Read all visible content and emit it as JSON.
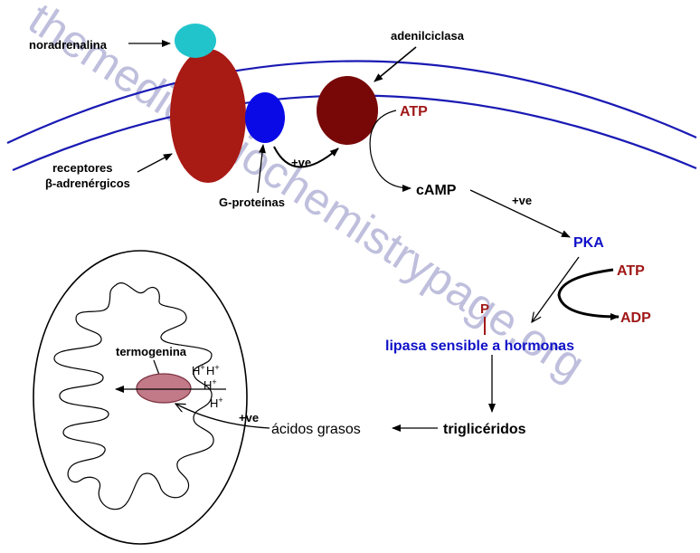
{
  "watermark": "themedicalbiochemistrypage.org",
  "labels": {
    "noradrenalina": "noradrenalina",
    "adenilciclasa": "adenilciclasa",
    "receptores_line1": "receptores",
    "receptores_line2": "β-adrenérgicos",
    "g_proteinas": "G-proteínas",
    "pos_effect_1": "+ve",
    "atp_1": "ATP",
    "camp": "cAMP",
    "pos_effect_2": "+ve",
    "pka": "PKA",
    "atp_2": "ATP",
    "adp": "ADP",
    "phosphate": "P",
    "lipasa": "lipasa sensible a hormonas",
    "trigliceridos": "triglicéridos",
    "acidos_grasos": "ácidos grasos",
    "pos_effect_3": "+ve",
    "termogenina": "termogenina",
    "h_ion": "H",
    "h_charge": "+"
  },
  "colors": {
    "membrane": "#1a1ab4",
    "noradrenalina": "#22c4cc",
    "receptor": "#a81a14",
    "g_protein": "#0a0ae6",
    "adenylyl_cyclase": "#780808",
    "red_text": "#a01818",
    "blue_text": "#1010c8",
    "termogenina": "#c27a88",
    "watermark": "#b4b4d8"
  }
}
